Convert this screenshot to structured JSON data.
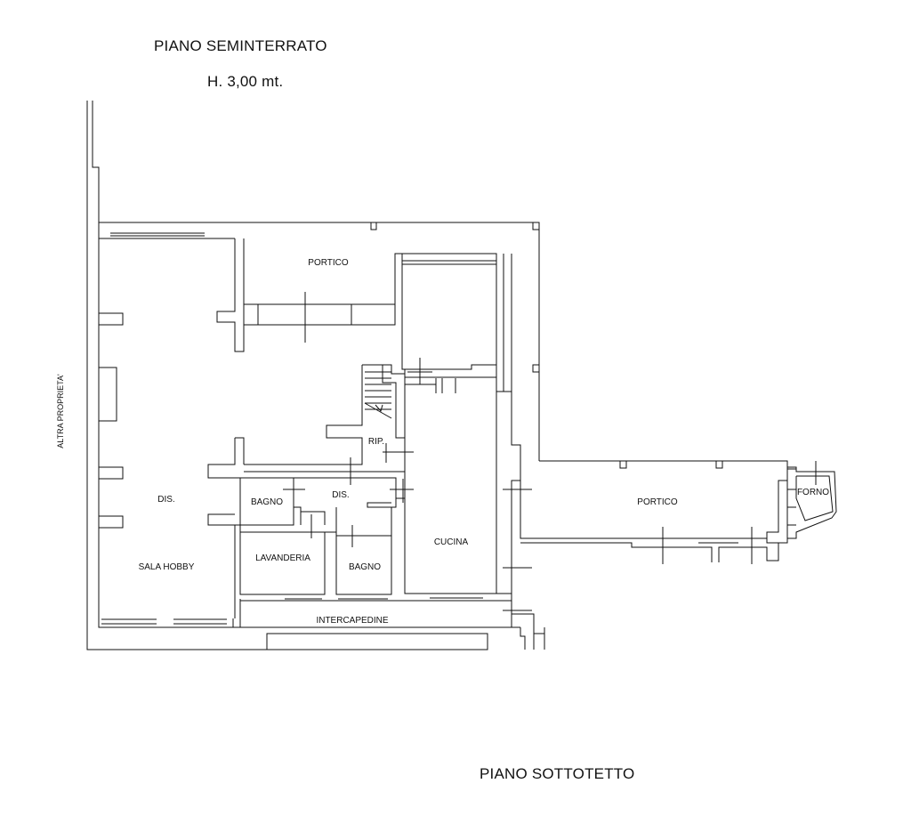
{
  "titles": {
    "main": "PIANO SEMINTERRATO",
    "height": "H. 3,00 mt.",
    "bottom": "PIANO SOTTOTETTO"
  },
  "side_label": "ALTRA PROPRIETA'",
  "rooms": {
    "portico_top": "PORTICO",
    "dis_left": "DIS.",
    "sala_hobby": "SALA HOBBY",
    "bagno_1": "BAGNO",
    "dis_center": "DIS.",
    "rip": "RIP.",
    "lavanderia": "LAVANDERIA",
    "bagno_2": "BAGNO",
    "cucina": "CUCINA",
    "intercapedine": "INTERCAPEDINE",
    "portico_right": "PORTICO",
    "forno": "FORNO"
  },
  "colors": {
    "line": "#111111",
    "background": "#ffffff"
  }
}
